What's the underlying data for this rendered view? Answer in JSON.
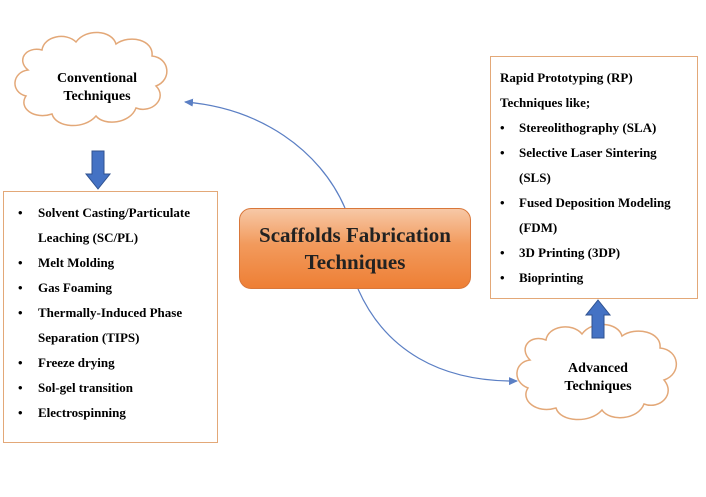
{
  "center": {
    "title_line1": "Scaffolds Fabrication",
    "title_line2": "Techniques"
  },
  "conventional": {
    "cloud_line1": "Conventional",
    "cloud_line2": "Techniques",
    "items": [
      {
        "lines": [
          "Solvent Casting/Particulate",
          "Leaching (SC/PL)"
        ]
      },
      {
        "lines": [
          "Melt Molding"
        ]
      },
      {
        "lines": [
          "Gas Foaming"
        ]
      },
      {
        "lines": [
          "Thermally-Induced Phase",
          "Separation (TIPS)"
        ]
      },
      {
        "lines": [
          "Freeze drying"
        ]
      },
      {
        "lines": [
          "Sol-gel transition"
        ]
      },
      {
        "lines": [
          "Electrospinning"
        ]
      }
    ]
  },
  "advanced": {
    "cloud_line1": "Advanced",
    "cloud_line2": "Techniques",
    "intro_line1": "Rapid Prototyping (RP)",
    "intro_line2": "Techniques like;",
    "items": [
      {
        "lines": [
          "Stereolithography (SLA)"
        ]
      },
      {
        "lines": [
          "Selective Laser Sintering",
          "(SLS)"
        ]
      },
      {
        "lines": [
          "Fused Deposition Modeling",
          "(FDM)"
        ]
      },
      {
        "lines": [
          "3D Printing (3DP)"
        ]
      },
      {
        "lines": [
          "Bioprinting"
        ]
      }
    ]
  },
  "bullet_char": "•",
  "colors": {
    "box_border": "#e3a878",
    "arrow_blue": "#4472c4",
    "connector": "#5b7fc4",
    "center_fill": "#f29a5c"
  }
}
